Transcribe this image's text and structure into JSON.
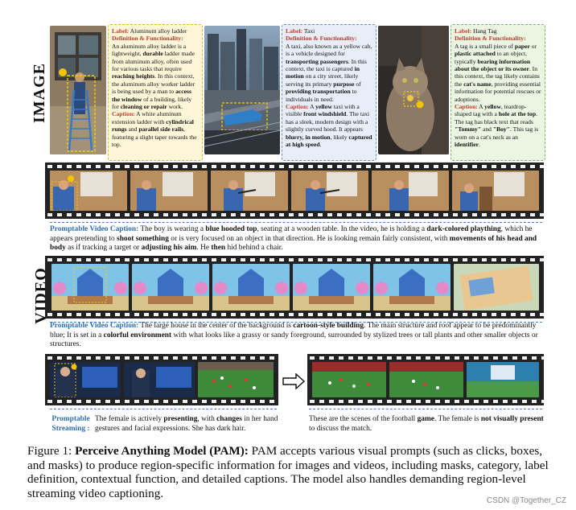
{
  "side_labels": {
    "image": "IMAGE",
    "video": "VIDEO"
  },
  "image_cards": [
    {
      "label_prefix": "Label:",
      "label": "Aluminum alloy ladder",
      "def_head": "Definition & Functionality:",
      "def_1": "An aluminum alloy ladder is a lightweight, ",
      "def_b1": "durable",
      "def_2": " ladder made from aluminum alloy, often used for various tasks that require ",
      "def_b2": "reaching heights",
      "def_3": ". In this context, the aluminum alloy worker ladder is being used by a man to ",
      "def_b3": "access the window",
      "def_4": " of a building, likely for ",
      "def_b4": "cleaning or repair",
      "def_5": " work.",
      "cap_head": "Caption:",
      "cap_1": " A white aluminum extension ladder with ",
      "cap_b1": "cylindrical rungs",
      "cap_2": " and ",
      "cap_b2": "parallel side rails",
      "cap_3": ", featuring a slight taper towards the top."
    },
    {
      "label_prefix": "Label:",
      "label": "Taxi",
      "def_head": "Definition & Functionality:",
      "def_1": "A taxi, also known as a yellow cab, is a vehicle designed for ",
      "def_b1": "transporting passengers",
      "def_2": ". In this context, the taxi is captured ",
      "def_b2": "in motion",
      "def_3": " on a city street, likely serving its primary ",
      "def_b3": "purpose",
      "def_4": " of ",
      "def_b4": "providing transportation",
      "def_5": " to individuals in need.",
      "cap_head": "Caption:",
      "cap_1": " A ",
      "cap_b1": "yellow",
      "cap_2": " taxi with a visible ",
      "cap_b2": "front windshield",
      "cap_3": ". The taxi has a sleek, modern design with a slightly curved hood. It appears ",
      "cap_b3": "blurry, in motion",
      "cap_4": ", likely ",
      "cap_b4": "captured at high speed",
      "cap_5": "."
    },
    {
      "label_prefix": "Label:",
      "label": "Hang Tag",
      "def_head": "Definition & Functionality:",
      "def_1": "A tag is a small piece of ",
      "def_b1": "paper",
      "def_2": " or ",
      "def_b2": "plastic attached",
      "def_3": " to an object, typically ",
      "def_b3": "bearing information about the object or its owner",
      "def_4": ". In this context, the tag likely contains the ",
      "def_b4": "cat's name",
      "def_5": ", providing essential information for potential rescues or adoptions.",
      "cap_head": "Caption:",
      "cap_1": " A ",
      "cap_b1": "yellow",
      "cap_2": ", teardrop-shaped tag with a ",
      "cap_b2": "hole at the top",
      "cap_3": ". The tag has black text that reads ",
      "cap_b3": "\"Tommy\"",
      "cap_4": " and ",
      "cap_b4": "\"Boy\"",
      "cap_5": ". This tag is worn on a cat's neck as an ",
      "cap_b5": "identifier",
      "cap_6": "."
    }
  ],
  "video1_caption": {
    "label": "Promptable Video Caption:",
    "t1": " The boy is wearing a ",
    "b1": "blue hooded top",
    "t2": ", seating at a wooden table. In the video, he is holding a ",
    "b2": "dark-colored plaything",
    "t3": ", which he appears pretending to ",
    "b3": "shoot something",
    "t4": " or is very focused on an object in that direction. He is looking remain fairly consistent, with ",
    "b4": "movements of his head and body",
    "t5": " as if tracking a target or ",
    "b5": "adjusting his aim",
    "t6": ". He ",
    "b6": "then",
    "t7": " hid behind a chair."
  },
  "video2_caption": {
    "label": "Promptable Video Caption:",
    "t1": " The large house in the center of the background is ",
    "b1": "cartoon-style building",
    "t2": ". The main structure and roof appear to be predominantly blue; It is set in a ",
    "b2": "colorful environment",
    "t3": " with what looks like a grassy or sandy foreground, surrounded by stylized trees or tall plants and other smaller objects or structures."
  },
  "stream": {
    "label_1": "Promptable",
    "label_2": "Streaming :",
    "left_1": "The female is actively ",
    "left_b1": "presenting",
    "left_2": ", with ",
    "left_b2": "changes",
    "left_3": " in her hand gestures and facial expressions. She has dark hair.",
    "right_1": "These are the scenes of the football ",
    "right_b1": "game",
    "right_2": ". The female is ",
    "right_b2": "not visually present",
    "right_3": " to discuss the match."
  },
  "figure_caption": {
    "prefix": "Figure 1: ",
    "title": "Perceive Anything Model (PAM):",
    "body": " PAM accepts various visual prompts (such as clicks, boxes, and masks) to produce region-specific information for images and videos, including masks, category, label definition, contextual function, and detailed captions.  The model also handles demanding region-level streaming video captioning."
  },
  "watermark": "CSDN @Together_CZ",
  "colors": {
    "red_label": "#c0392b",
    "blue_label": "#2f6fb0",
    "film": "#222222"
  }
}
